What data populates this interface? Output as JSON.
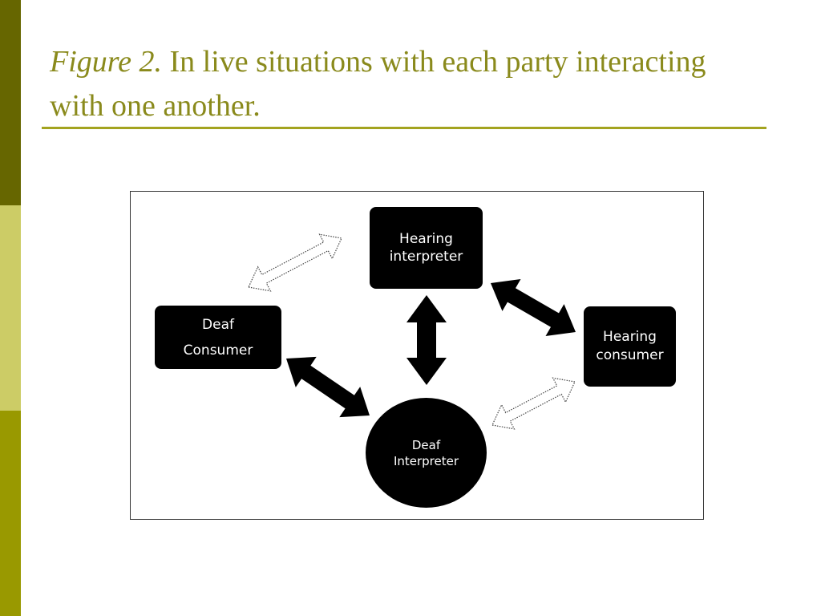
{
  "colors": {
    "side_top": "#666600",
    "side_mid": "#cccc66",
    "side_bot": "#999900",
    "title": "#8a8a1c",
    "rule": "#a3a31f",
    "node_fill": "#000000",
    "node_text": "#ffffff"
  },
  "slide": {
    "title_prefix": "Figure 2.",
    "title_text": " In live situations with each party interacting with one another."
  },
  "diagram": {
    "nodes": {
      "hearing_interpreter": {
        "line1": "Hearing",
        "line2": "interpreter"
      },
      "deaf_consumer": {
        "line1": "Deaf",
        "line2": "Consumer"
      },
      "hearing_consumer": {
        "line1": "Hearing",
        "line2": "consumer"
      },
      "deaf_interpreter": {
        "line1": "Deaf",
        "line2": "Interpreter"
      }
    },
    "connections": [
      {
        "from": "hearing_interpreter",
        "to": "deaf_interpreter",
        "style": "solid"
      },
      {
        "from": "hearing_interpreter",
        "to": "hearing_consumer",
        "style": "solid"
      },
      {
        "from": "deaf_consumer",
        "to": "deaf_interpreter",
        "style": "solid"
      },
      {
        "from": "deaf_consumer",
        "to": "hearing_interpreter",
        "style": "dotted"
      },
      {
        "from": "deaf_interpreter",
        "to": "hearing_consumer",
        "style": "dotted"
      }
    ]
  }
}
